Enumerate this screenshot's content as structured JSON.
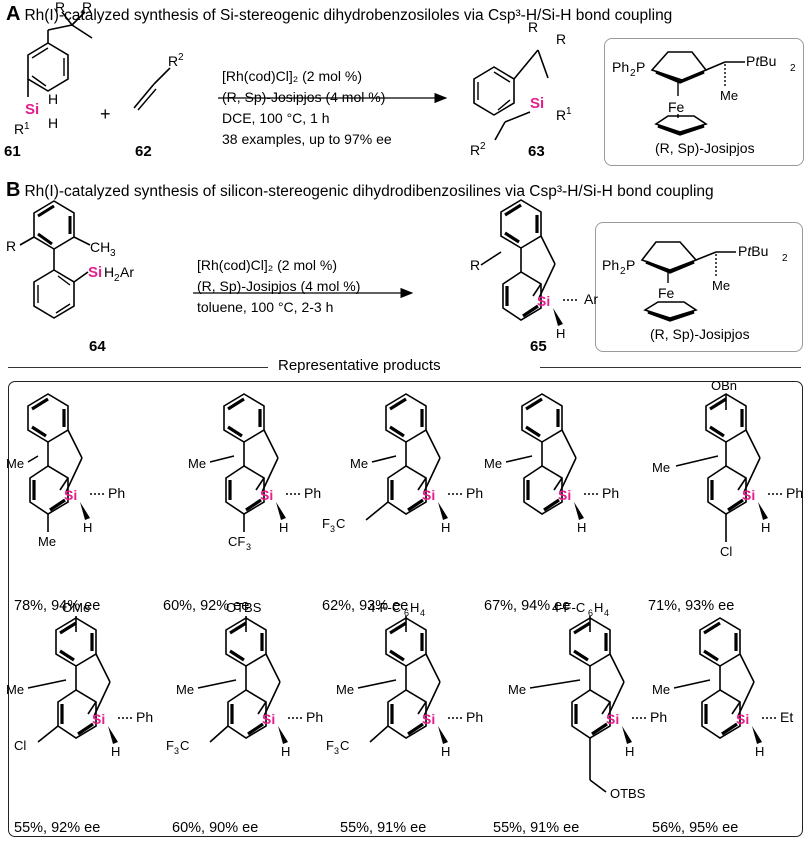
{
  "headerA": {
    "letter": "A",
    "text": "Rh(I)-catalyzed synthesis of Si-stereogenic dihydrobenzosiloles via Csp³-H/Si-H bond coupling"
  },
  "headerB": {
    "letter": "B",
    "text": "Rh(I)-catalyzed synthesis of silicon-stereogenic dihydrodibenzosilines via Csp³-H/Si-H bond coupling"
  },
  "schemeA": {
    "reactant1_label": "61",
    "reactant2_label": "62",
    "product_label": "63",
    "conditions": [
      "[Rh(cod)Cl]₂ (2 mol %)",
      "(R, Sp)-Josipjos (4 mol %)",
      "DCE, 100 °C, 1 h",
      "38 examples, up to 97% ee"
    ],
    "ligand_name": "(R, Sp)-Josipjos"
  },
  "schemeB": {
    "reactant_label": "64",
    "product_label": "65",
    "conditions": [
      "[Rh(cod)Cl]₂ (2 mol %)",
      "(R, Sp)-Josipjos (4 mol %)",
      "toluene, 100 °C, 2-3 h"
    ],
    "ligand_name": "(R, Sp)-Josipjos"
  },
  "representative_title": "Representative products",
  "products_row1": [
    {
      "yield": "78%, 94% ee",
      "sub": "Me"
    },
    {
      "yield": "60%, 92% ee",
      "sub": "CF3"
    },
    {
      "yield": "62%, 93% ee",
      "sub": "F3C"
    },
    {
      "yield": "67%, 94% ee",
      "sub": ""
    },
    {
      "yield": "71%, 93% ee",
      "sub": "Cl",
      "top": "OBn"
    }
  ],
  "products_row2": [
    {
      "yield": "55%, 92% ee",
      "sub": "Cl",
      "top": "OMe"
    },
    {
      "yield": "60%, 90% ee",
      "sub": "F3C",
      "top": "OTBS"
    },
    {
      "yield": "55%, 91% ee",
      "sub": "F3C",
      "top": "4-F-C6H4"
    },
    {
      "yield": "55%, 91% ee",
      "sub": "OTBS",
      "top": "4-F-C6H4"
    },
    {
      "yield": "56%, 95% ee",
      "sub": ""
    }
  ]
}
